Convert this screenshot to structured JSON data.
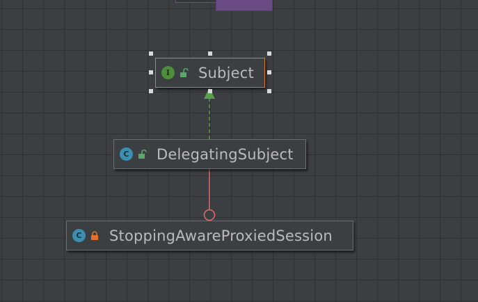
{
  "diagram": {
    "nodes": [
      {
        "id": "subject",
        "name": "Subject",
        "kind": "interface",
        "badge": "I",
        "visibility": "public",
        "selected": true
      },
      {
        "id": "delegating",
        "name": "DelegatingSubject",
        "kind": "class",
        "badge": "C",
        "visibility": "public",
        "selected": false
      },
      {
        "id": "stopping",
        "name": "StoppingAwareProxiedSession",
        "kind": "class",
        "badge": "C",
        "visibility": "private",
        "selected": false
      }
    ],
    "edges": [
      {
        "from": "delegating",
        "to": "subject",
        "type": "implements",
        "style": "dashed",
        "color": "#5a9e4b"
      },
      {
        "from": "stopping",
        "to": "delegating",
        "type": "inner-class",
        "style": "solid",
        "color": "#e06c6c"
      }
    ]
  },
  "colors": {
    "background": "#3c3f41",
    "selection_border": "#d67b27",
    "interface_badge": "#4d8f3a",
    "class_badge": "#3c8fb0",
    "public_lock": "#59a869",
    "private_lock": "#e0712c"
  }
}
